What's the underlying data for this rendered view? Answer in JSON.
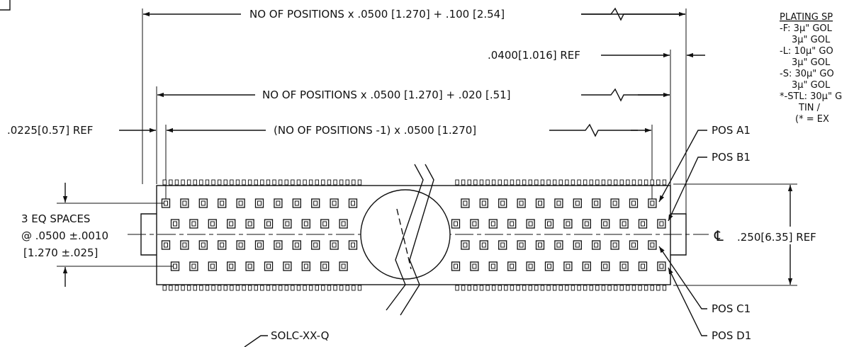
{
  "dim": {
    "overall": "NO OF POSITIONS x .0500 [1.270] + .100 [2.54]",
    "ref_right": ".0400[1.016] REF",
    "body": "NO OF POSITIONS x .0500 [1.270] + .020 [.51]",
    "ref_left": ".0225[0.57] REF",
    "pitch": "(NO OF POSITIONS -1) x .0500 [1.270]",
    "eq_spaces_1": "3 EQ SPACES",
    "eq_spaces_2": "@ .0500 ±.0010",
    "eq_spaces_3": "[1.270 ±.025]",
    "height": ".250[6.35] REF",
    "centerline_symbol": "℄"
  },
  "callouts": {
    "pos_a1": "POS A1",
    "pos_b1": "POS B1",
    "pos_c1": "POS C1",
    "pos_d1": "POS D1"
  },
  "part_number": "SOLC-XX-Q",
  "plating": {
    "title": "PLATING SP",
    "lines": [
      "-F: 3µ\" GOL",
      "3µ\" GOL",
      "-L: 10µ\" GO",
      "3µ\" GOL",
      "-S: 30µ\" GO",
      "3µ\" GOL",
      "*-STL: 30µ\" G",
      "TIN /",
      "(* = EX"
    ]
  }
}
